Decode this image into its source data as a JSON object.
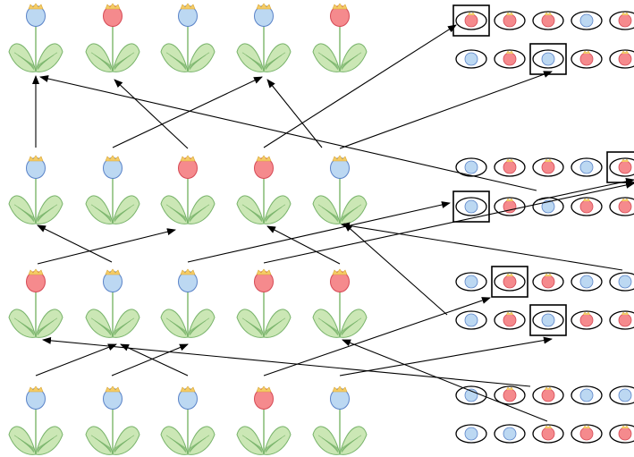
{
  "colors": {
    "blue": "#bcd8f2",
    "blue_stroke": "#5a83c8",
    "red": "#f58a8d",
    "red_stroke": "#d64a56",
    "crown": "#f4cc66",
    "leaf": "#cbe7b5",
    "leaf_stroke": "#78b36a",
    "stem": "#8cc07c",
    "arrow": "#000000"
  },
  "plant_grid": [
    [
      "blue",
      "red",
      "blue",
      "blue",
      "red"
    ],
    [
      "blue",
      "blue",
      "red",
      "red",
      "blue"
    ],
    [
      "red",
      "blue",
      "blue",
      "red",
      "red"
    ],
    [
      "blue",
      "blue",
      "blue",
      "red",
      "blue"
    ]
  ],
  "seed_pairs": [
    {
      "top": [
        "red",
        "red",
        "red",
        "blue",
        "red"
      ],
      "bottom": [
        "blue",
        "red",
        "blue",
        "red",
        "red"
      ],
      "selected": [
        [
          0,
          0
        ],
        [
          1,
          2
        ]
      ]
    },
    {
      "top": [
        "blue",
        "red",
        "red",
        "blue",
        "red"
      ],
      "bottom": [
        "blue",
        "red",
        "blue",
        "red",
        "red"
      ],
      "selected": [
        [
          0,
          4
        ],
        [
          1,
          0
        ]
      ]
    },
    {
      "top": [
        "blue",
        "red",
        "red",
        "blue",
        "blue"
      ],
      "bottom": [
        "blue",
        "red",
        "blue",
        "red",
        "red"
      ],
      "selected": [
        [
          0,
          1
        ],
        [
          1,
          2
        ]
      ]
    },
    {
      "top": [
        "blue",
        "red",
        "red",
        "blue",
        "blue"
      ],
      "bottom": [
        "blue",
        "blue",
        "red",
        "red",
        "red"
      ],
      "selected": []
    }
  ]
}
